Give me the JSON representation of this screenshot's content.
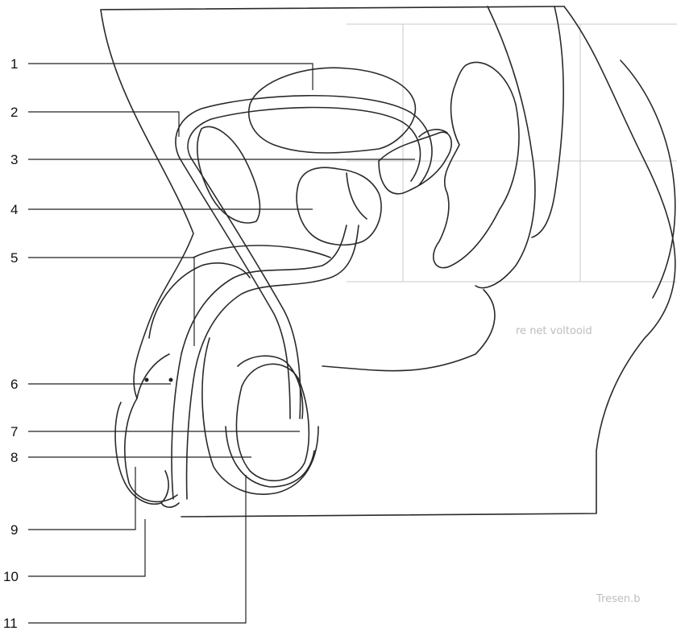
{
  "diagram": {
    "labels": [
      {
        "number": "1"
      },
      {
        "number": "2"
      },
      {
        "number": "3"
      },
      {
        "number": "4"
      },
      {
        "number": "5"
      },
      {
        "number": "6"
      },
      {
        "number": "7"
      },
      {
        "number": "8"
      },
      {
        "number": "9"
      },
      {
        "number": "10"
      },
      {
        "number": "11"
      }
    ]
  },
  "background_text": {
    "line1": "re net voltooid",
    "line2": "Tresen.b"
  },
  "colors": {
    "line": "#2a2a2a",
    "background": "#ffffff",
    "bleed_through": "#c9c9c9"
  }
}
